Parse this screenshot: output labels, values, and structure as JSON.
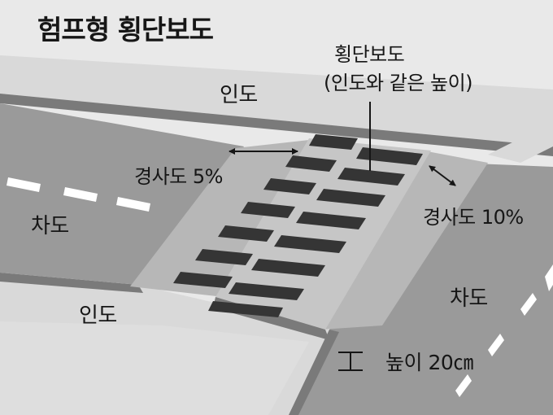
{
  "title": "험프형 횡단보도",
  "labels": {
    "crosswalk": "횡단보도",
    "crosswalk_note": "(인도와 같은 높이)",
    "sidewalk_top": "인도",
    "ramp_5": "경사도 5%",
    "ramp_10": "경사도 10%",
    "road_left": "차도",
    "road_right": "차도",
    "sidewalk_bottom": "인도",
    "height": "높이 20㎝"
  },
  "colors": {
    "background": "#e9e9e9",
    "road": "#9a9a9a",
    "sidewalk": "#d9d9d9",
    "curb": "#7a7a7a",
    "hump": "#c6c6c6",
    "ramp": "#b7b7b7",
    "stripe": "#353535",
    "lane_marking": "#ffffff",
    "text": "#161616"
  }
}
